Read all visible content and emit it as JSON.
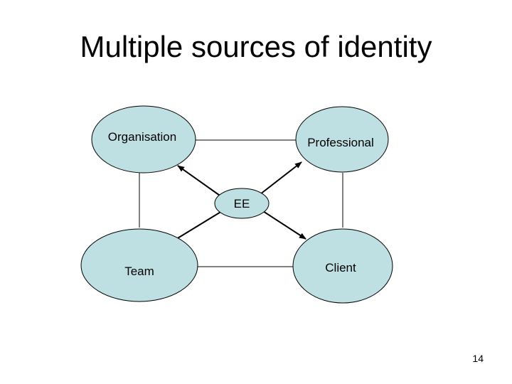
{
  "slide": {
    "title": "Multiple sources of identity",
    "page_number": "14"
  },
  "diagram": {
    "nodes": {
      "organisation": "Organisation",
      "professional": "Professional",
      "ee": "EE",
      "team": "Team",
      "client": "Client"
    },
    "colors": {
      "node_fill": "#bfe0e3",
      "node_stroke": "#000000",
      "line": "#000000"
    }
  }
}
